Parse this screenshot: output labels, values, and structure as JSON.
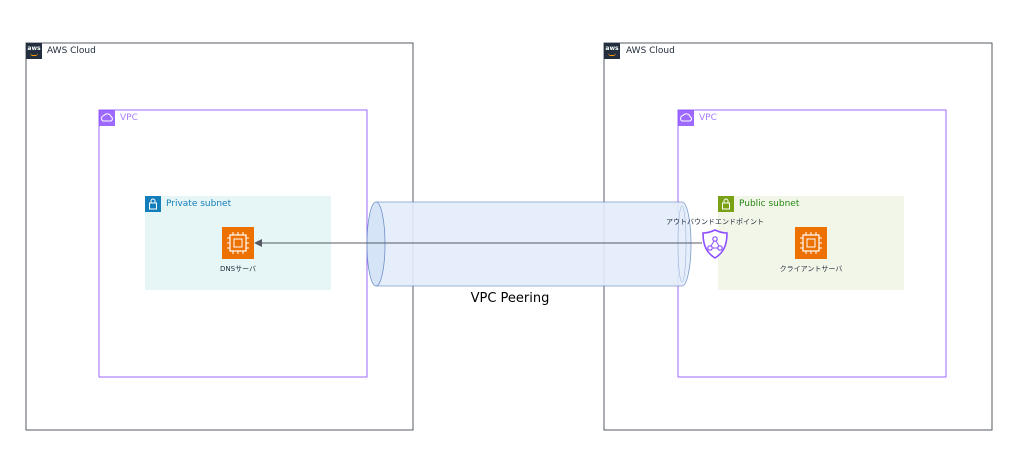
{
  "left_cloud": {
    "label": "AWS Cloud",
    "badge": "aws"
  },
  "right_cloud": {
    "label": "AWS Cloud",
    "badge": "aws"
  },
  "left_vpc": {
    "label": "VPC"
  },
  "right_vpc": {
    "label": "VPC"
  },
  "private_subnet": {
    "label": "Private subnet"
  },
  "public_subnet": {
    "label": "Public subnet"
  },
  "dns_server": {
    "label": "DNSサーバ",
    "icon": "ec2-instance-icon"
  },
  "client_server": {
    "label": "クライアントサーバ",
    "icon": "ec2-instance-icon"
  },
  "outbound_endpoint": {
    "label": "アウトバウンドエンドポイント",
    "icon": "resolver-endpoint-icon"
  },
  "peering": {
    "label": "VPC Peering"
  },
  "colors": {
    "cloud_border": "#545b64",
    "vpc_border": "#8c4fff",
    "private_subnet_fill": "#e6f6f7",
    "private_subnet_accent": "#147eba",
    "public_subnet_fill": "#f2f6e8",
    "public_subnet_accent": "#248814",
    "ec2_orange": "#ed7100",
    "endpoint_purple": "#8c4fff",
    "peering_fill": "#e3edfa"
  }
}
